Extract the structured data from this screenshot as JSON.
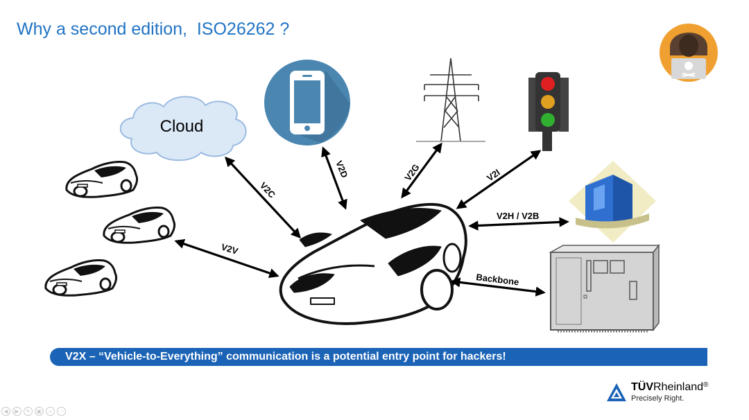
{
  "slide": {
    "title": "Why a second edition,  ISO26262 ?"
  },
  "diagram": {
    "cloud_label": "Cloud",
    "links": {
      "v2c": "V2C",
      "v2d": "V2D",
      "v2g": "V2G",
      "v2i": "V2I",
      "v2h_v2b": "V2H / V2B",
      "v2v": "V2V",
      "backbone": "Backbone"
    },
    "icons": [
      "hacker-icon",
      "cloud-icon",
      "smartphone-icon",
      "power-pylon-icon",
      "traffic-light-icon",
      "building-icon",
      "server-cabinet-icon",
      "car-icon"
    ]
  },
  "banner": {
    "text": "V2X – “Vehicle-to-Everything” communication is a potential entry point for hackers!"
  },
  "logo": {
    "brand_bold": "TÜV",
    "brand_regular": "Rheinland",
    "registered": "®",
    "tagline": "Precisely Right."
  },
  "nav": {
    "buttons": [
      "◀",
      "▶",
      "✎",
      "▣",
      "⌕",
      "⋯"
    ]
  },
  "colors": {
    "title": "#1f73c4",
    "banner": "#1b63b6",
    "phone_circle": "#4a86b0",
    "hacker_hood": "#f0a030",
    "building": "#2e6fd0"
  }
}
